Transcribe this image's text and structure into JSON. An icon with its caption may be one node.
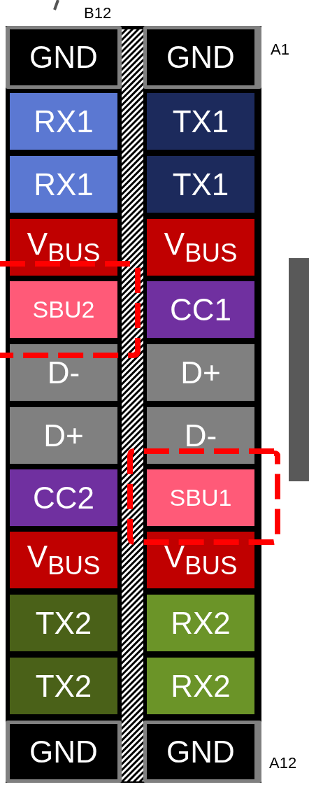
{
  "diagram": {
    "nodes": [
      {
        "text": [
          "GND"
        ]
      },
      {
        "text": [
          "GND"
        ]
      },
      {
        "text": [
          "RX1"
        ]
      },
      {
        "text": [
          "TX1"
        ]
      },
      {
        "text": [
          "RX1"
        ]
      },
      {
        "text": [
          "TX1"
        ]
      },
      {
        "text": [
          "V$_{BUS}$"
        ]
      },
      {
        "text": [
          "V$_{BUS}$"
        ]
      },
      {
        "text": [
          "SBU2"
        ]
      },
      {
        "text": [
          "CC1"
        ]
      },
      {
        "text": [
          "D-"
        ]
      },
      {
        "text": [
          "D+"
        ]
      },
      {
        "text": [
          "D+"
        ]
      },
      {
        "text": [
          "D-"
        ]
      },
      {
        "text": [
          "CC2"
        ]
      },
      {
        "text": [
          "SBU1"
        ]
      },
      {
        "text": [
          "V$_{BUS}$"
        ]
      },
      {
        "text": [
          "V$_{BUS}$"
        ]
      },
      {
        "text": [
          "TX2"
        ]
      },
      {
        "text": [
          "RX2"
        ]
      },
      {
        "text": [
          "TX2"
        ]
      },
      {
        "text": [
          "RX2"
        ]
      },
      {
        "text": [
          "GND"
        ]
      },
      {
        "text": [
          "GND"
        ]
      },
      {
        "text": [],
        "shape": "bar"
      }
    ],
    "labels": [
      "B12",
      "A1",
      "A12"
    ]
  }
}
